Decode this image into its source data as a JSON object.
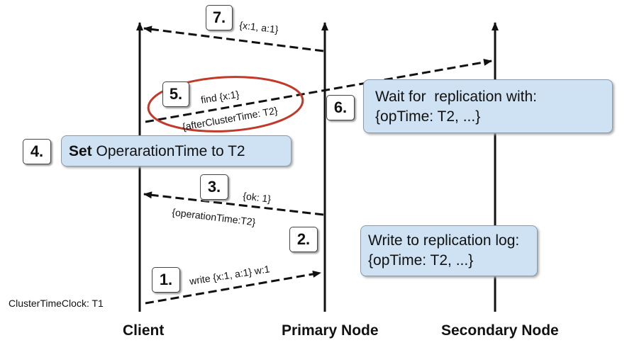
{
  "lanes": {
    "client": "Client",
    "primary": "Primary Node",
    "secondary": "Secondary Node"
  },
  "cluster_clock": "ClusterTimeClock: T1",
  "steps": {
    "s1": "1.",
    "s2": "2.",
    "s3": "3.",
    "s4": "4.",
    "s5": "5.",
    "s6": "6.",
    "s7": "7."
  },
  "messages": {
    "write": "write {x:1, a:1} w:1",
    "ok": "{ok: 1}",
    "operation_time": "{operationTime:T2}",
    "find": "find {x:1}",
    "after_cluster_time": "{afterClusterTime: T2}",
    "result": "{x:1, a:1}"
  },
  "notes": {
    "set_bold": "Set",
    "set_rest": " OperarationTime to T2",
    "wait_line1": "Wait for  replication with:",
    "wait_line2": "{opTime: T2, ...}",
    "write_log_line1": "Write to replication log:",
    "write_log_line2": "{opTime: T2, ...}"
  },
  "colors": {
    "highlight_ring": "#c0392b",
    "note_fill": "#cfe2f3"
  }
}
